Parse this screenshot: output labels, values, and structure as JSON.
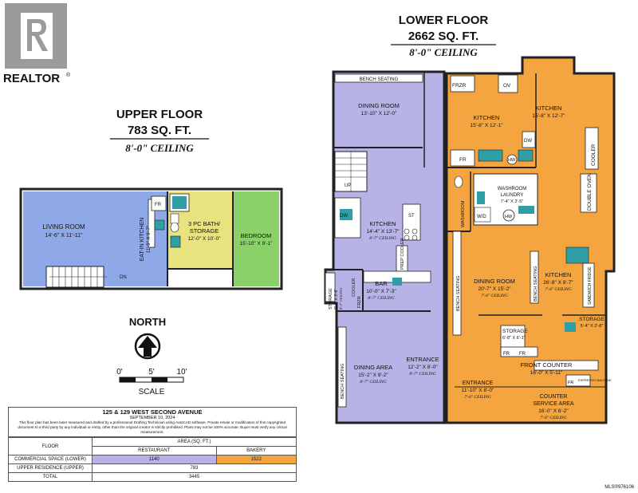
{
  "branding": {
    "logo_text": "REALTOR",
    "mark": "®",
    "listing_id": "MLS®976106"
  },
  "upper": {
    "title": "UPPER FLOOR",
    "area": "783 SQ. FT.",
    "ceiling": "8'-0\" CEILING",
    "rooms": {
      "living": {
        "name": "LIVING ROOM",
        "dims": "14'-6\" X 11'-11\""
      },
      "kitchen": {
        "name": "EAT-IN KITCHEN",
        "dims": "11'-9\" X 9'-7\""
      },
      "bath": {
        "name1": "3 PC BATH/",
        "name2": "STORAGE",
        "dims": "12'-0\" X 10'-0\""
      },
      "bedroom": {
        "name": "BEDROOM",
        "dims": "15'-10\" X 9'-1\""
      }
    },
    "fixtures": {
      "fr": "FR",
      "dn": "DN"
    }
  },
  "lower": {
    "title": "LOWER FLOOR",
    "area": "2662 SQ. FT.",
    "ceiling": "8'-0\" CEILING",
    "rooms": {
      "bench_top": "BENCH SEATING",
      "dining_room_left": {
        "name": "DINING ROOM",
        "dims": "13'-10\" X 12'-0\""
      },
      "kitchen_mid": {
        "name": "KITCHEN",
        "dims": "14'-4\" X 13'-7\"",
        "ceil": "8'-7\" CEILING"
      },
      "bar": {
        "name": "BAR",
        "dims": "10'-0\" X 7'-3\"",
        "ceil": "8'-7\" CEILING"
      },
      "storage_left": {
        "name": "STORAGE",
        "dims": "8'-1\" X 3'-6\"",
        "ceil": "8'-7\" CEILING"
      },
      "dining_area": {
        "name": "DINING AREA",
        "dims": "15'-2\" X 9'-2\"",
        "ceil": "8'-7\" CEILING"
      },
      "bench_side": "BENCH SEATING",
      "entrance_mid": {
        "name": "ENTRANCE",
        "dims": "12'-2\" X 8'-0\"",
        "ceil": "8'-7\" CEILING"
      },
      "kitchen_a": {
        "name": "KITCHEN",
        "dims": "15'-8\" X 12'-1\""
      },
      "kitchen_b": {
        "name": "KITCHEN",
        "dims": "15'-8\" X 12'-7\""
      },
      "washroom_v": "WASHROOM",
      "washroom_laundry": {
        "name1": "WASHROOM",
        "name2": "LAUNDRY",
        "dims": "7'-4\" X 2'-5\""
      },
      "bench_mid": "BENCH SEATING",
      "dining_room_right": {
        "name": "DINING ROOM",
        "dims": "20'-7\" X 15'-2\"",
        "ceil": "7'-6\" CEILING"
      },
      "bench_inner": "BENCH SEATING",
      "kitchen_right": {
        "name": "KITCHEN",
        "dims": "26'-8\" X 8'-7\"",
        "ceil": "7'-6\" CEILING"
      },
      "sandwich_fridge": "SANDWICH FRIDGE",
      "storage_mid": {
        "name": "STORAGE",
        "dims": "6'-8\" X 6'-1\""
      },
      "storage_right": {
        "name": "STORAGE",
        "dims": "5'-4\" X 2'-8\""
      },
      "front_counter": {
        "name": "FRONT COUNTER",
        "dims": "16'-0\" X 5'-11\""
      },
      "entrance_right": {
        "name": "ENTRANCE",
        "dims": "11'-10\" X 8'-0\"",
        "ceil": "7'-6\" CEILING"
      },
      "counter_service": {
        "name1": "COUNTER",
        "name2": "SERVICE AREA",
        "dims": "16'-0\" X 6'-2\"",
        "ceil": "7'-6\" CEILING"
      }
    },
    "fixtures": {
      "frzr": "FRZR",
      "ov": "OV",
      "fr": "FR",
      "hw": "HW",
      "dw": "DW",
      "cooler": "COOLER",
      "double_oven": "DOUBLE OVEN",
      "up": "UP",
      "st": "ST",
      "prep_cooler": "PREP COOLER",
      "cooler_v": "COOLER",
      "frzr_v": "FRZR",
      "wd": "W/D",
      "espresso": "ESPRESSO MACHINE"
    }
  },
  "compass": {
    "label": "NORTH"
  },
  "scale": {
    "ticks": [
      "0'",
      "5'",
      "10'"
    ],
    "label": "SCALE"
  },
  "info": {
    "address": "125 & 129 WEST SECOND AVENUE",
    "date": "SEPTEMBER 10, 2024",
    "disclaimer": "This floor plan has been laser measured and drafted by a professional Drafting Technician using AutoCAD software. Private resale or modification of this copyrighted document to a third party by any individual or entity, other than the original creator is strictly prohibited. Plans may not be 100% accurate. Buyer must verify any critical measurement.",
    "col_floor": "FLOOR",
    "col_area": "AREA (SQ. FT.)",
    "col_restaurant": "RESTAURANT",
    "col_bakery": "BAKERY",
    "rows": [
      {
        "label": "COMMERCIAL SPACE (LOWER)",
        "restaurant": "1140",
        "bakery": "1522"
      },
      {
        "label": "UPPER RESIDENCE (UPPER)",
        "value": "783"
      },
      {
        "label": "TOTAL",
        "value": "3445"
      }
    ]
  },
  "colors": {
    "blue": "#8fa9e8",
    "yellow": "#e8e27f",
    "green": "#8bd16a",
    "lavender": "#b7b3e6",
    "orange": "#f4a540",
    "teal": "#2f9fa5"
  }
}
